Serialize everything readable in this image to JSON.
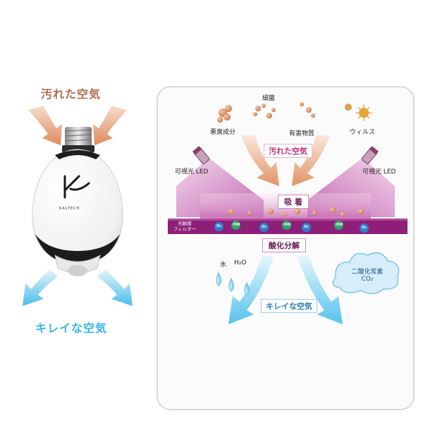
{
  "left": {
    "dirty_air": "汚れた空気",
    "clean_air": "キレイな空気",
    "brand": "KALTECH"
  },
  "diagram": {
    "bacteria": "細菌",
    "odor": "悪臭成分",
    "harmful": "有害物質",
    "virus": "ウィルス",
    "dirty_air": "汚れた空気",
    "led_left": "可視光 LED",
    "led_right": "可視光 LED",
    "adsorption": "吸 着",
    "filter_line1": "光触媒",
    "filter_line2": "フィルター",
    "oxidation": "酸化分解",
    "water": "水",
    "h2o": "H₂O",
    "co2_line1": "二酸化炭素",
    "co2_line2": "CO₂",
    "clean_air": "キレイな空気",
    "o2": "O₂",
    "oh": "·OH"
  },
  "colors": {
    "filter": "#8e1f78",
    "dirty_arrow": "#e6a07a",
    "clean_arrow": "#5cc6ee"
  }
}
